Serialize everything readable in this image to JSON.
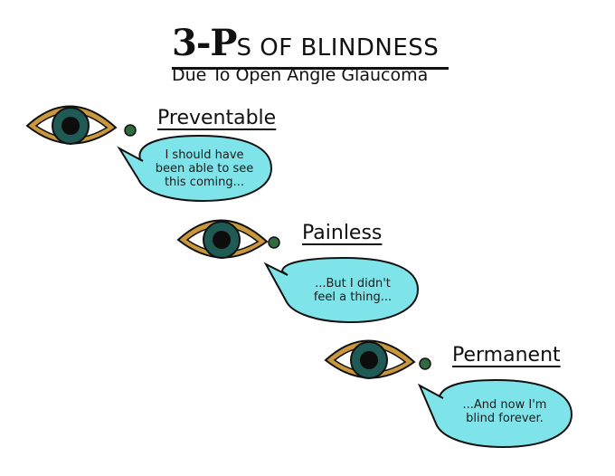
{
  "title": {
    "big_part": "3-P",
    "rest_part": "S OF BLINDNESS",
    "subtitle": "Due To Open Angle Glaucoma"
  },
  "items": [
    {
      "label": "Preventable",
      "bubble_lines": [
        "I should have",
        "been able to see",
        "this coming..."
      ]
    },
    {
      "label": "Painless",
      "bubble_lines": [
        "...But I didn't",
        "feel a thing..."
      ]
    },
    {
      "label": "Permanent",
      "bubble_lines": [
        "...And now I'm",
        "blind forever."
      ]
    }
  ],
  "colors": {
    "iris": "#1f5a54",
    "pupil": "#0d0d0d",
    "lid": "#c9983d",
    "eye_white": "#ffffff",
    "bubble_fill": "#7fe4ea",
    "dot": "#2f6b3f",
    "outline": "#111111"
  },
  "icons": [
    "eye-icon",
    "dot-icon",
    "speech-bubble-icon"
  ]
}
